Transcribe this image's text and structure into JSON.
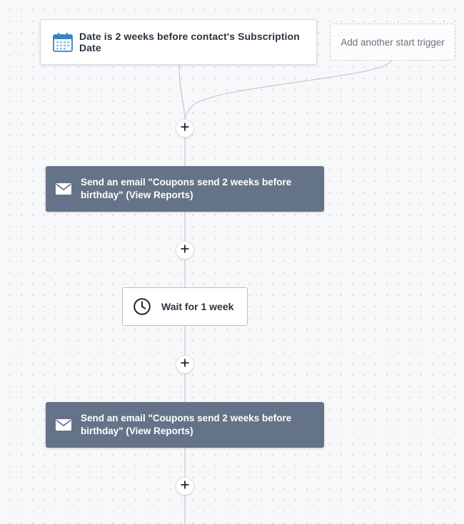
{
  "trigger": {
    "icon": "calendar-icon",
    "label": "Date is 2 weeks before contact's Subscription Date"
  },
  "add_trigger": {
    "label": "Add another start trigger"
  },
  "add_step_icon": "plus-icon",
  "steps": [
    {
      "type": "email",
      "icon": "envelope-icon",
      "label": "Send an email \"Coupons send 2 weeks before birthday\" (View Reports)"
    },
    {
      "type": "wait",
      "icon": "clock-icon",
      "label": "Wait for 1 week"
    },
    {
      "type": "email",
      "icon": "envelope-icon",
      "label": "Send an email \"Coupons send 2 weeks before birthday\" (View Reports)"
    }
  ],
  "colors": {
    "canvas_bg": "#f7f8fa",
    "action_card": "#657388",
    "connector": "#c8ccd3",
    "calendar_accent": "#3b82c4"
  }
}
